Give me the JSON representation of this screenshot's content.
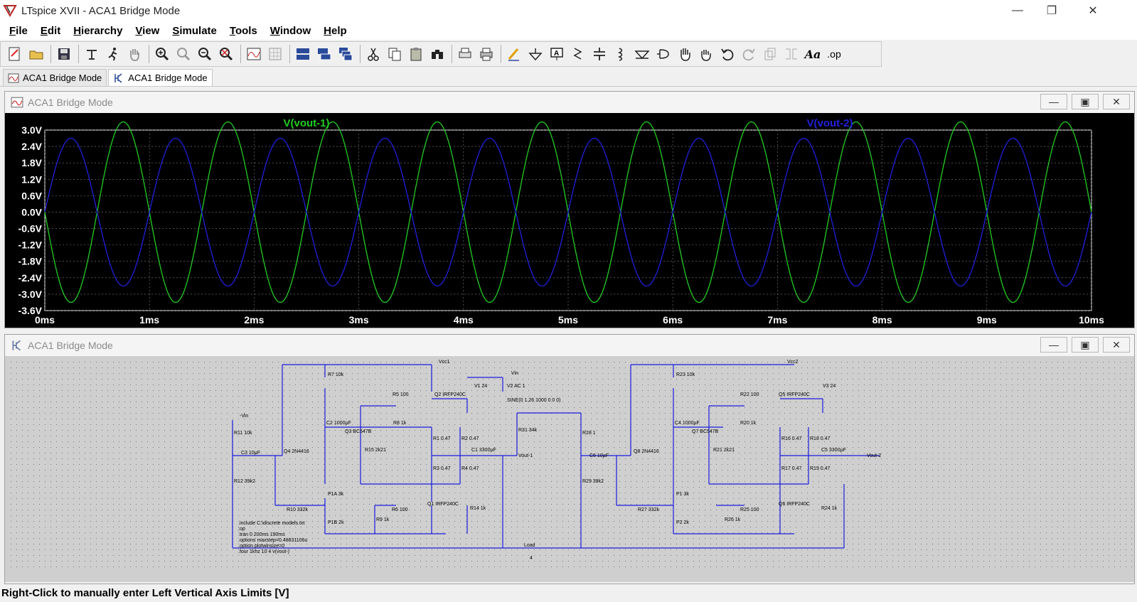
{
  "window": {
    "title": "LTspice XVII - ACA1 Bridge Mode",
    "controls": {
      "minimize": "—",
      "maximize": "❐",
      "close": "✕"
    }
  },
  "menu": [
    "File",
    "Edit",
    "Hierarchy",
    "View",
    "Simulate",
    "Tools",
    "Window",
    "Help"
  ],
  "toolbar": {
    "icons": [
      "new-schematic-icon",
      "open-icon",
      "save-icon",
      "control-panel-icon",
      "run-icon",
      "halt-icon",
      "zoom-in-icon",
      "zoom-pan-icon",
      "zoom-out-icon",
      "zoom-fit-icon",
      "autorange-icon",
      "waveform-grid-icon",
      "tile-horizontal-icon",
      "tile-vertical-icon",
      "cascade-icon",
      "cut-icon",
      "copy-icon",
      "paste-icon",
      "find-icon",
      "print-preview-icon",
      "print-icon",
      "draw-wire-icon",
      "ground-icon",
      "label-net-icon",
      "resistor-icon",
      "capacitor-icon",
      "inductor-icon",
      "diode-icon",
      "component-icon",
      "move-icon",
      "drag-icon",
      "undo-icon",
      "redo-icon",
      "rotate-icon",
      "mirror-icon",
      "text-icon",
      "spice-directive-icon"
    ],
    "text_label": "Aa",
    "spice_label": ".op"
  },
  "tabs": [
    {
      "label": "ACA1 Bridge Mode",
      "icon": "waveform-icon",
      "active": false
    },
    {
      "label": "ACA1 Bridge Mode",
      "icon": "schematic-icon",
      "active": true
    }
  ],
  "waveform_window": {
    "title": "ACA1 Bridge Mode",
    "btn_min": "—",
    "btn_max": "▣",
    "btn_close": "✕"
  },
  "schematic_window": {
    "title": "ACA1 Bridge Mode",
    "btn_min": "—",
    "btn_max": "▣",
    "btn_close": "✕"
  },
  "chart_data": {
    "type": "line",
    "background": "#000000",
    "grid": true,
    "x": {
      "min": 0,
      "max": 10,
      "unit": "ms",
      "ticks": [
        "0ms",
        "1ms",
        "2ms",
        "3ms",
        "4ms",
        "5ms",
        "6ms",
        "7ms",
        "8ms",
        "9ms",
        "10ms"
      ]
    },
    "y": {
      "min": -3.6,
      "max": 3.0,
      "ticks": [
        "3.0V",
        "2.4V",
        "1.8V",
        "1.2V",
        "0.6V",
        "0.0V",
        "-0.6V",
        "-1.2V",
        "-1.8V",
        "-2.4V",
        "-3.0V",
        "-3.6V"
      ]
    },
    "series": [
      {
        "name": "V(vout-1)",
        "color": "#22cc22",
        "amplitude": 3.3,
        "frequency_khz": 1,
        "phase_deg": 180
      },
      {
        "name": "V(vout-2)",
        "color": "#2020dd",
        "amplitude": 2.7,
        "frequency_khz": 1,
        "phase_deg": 0
      }
    ]
  },
  "schematic": {
    "labels": [
      "Vcc1",
      "Vcc2",
      "-Vin",
      "Vin",
      "Vout-1",
      "Vout-2",
      "Load",
      "4"
    ],
    "components": [
      "R7 10k",
      "R5 100",
      "Q2 IRFP240C",
      "V1 24",
      "V2 AC 1",
      "SINE(0 1.26 1000 0 0 0)",
      "C2 1000µF",
      "Q3 BC547B",
      "R8 1k",
      "R31 34k",
      "R28 1",
      "R11 10k",
      "C3 10µF",
      "Q4 2N4416",
      "R15 2k21",
      "R1 0.47",
      "R2 0.47",
      "C1 3300µF",
      "R3 0.47",
      "R4 0.47",
      "R12 39k2",
      "P1A 3k",
      "R10 332k",
      "R9 1k",
      "R6 100",
      "Q1 IRFP240C",
      "R14 1k",
      "P1B 2k",
      "R29 39k2",
      "C6 10µF",
      "Q8 2N4416",
      "R23 10k",
      "C4 1000µF",
      "Q7 BC547B",
      "R22 100",
      "R20 1k",
      "Q5 IRFP240C",
      "V3 24",
      "R21 2k21",
      "R16 0.47",
      "R18 0.47",
      "C5 3300µF",
      "R17 0.47",
      "R19 0.47",
      "P1 3k",
      "R27 332k",
      "R25 100",
      "Q6 IRFP240C",
      "R24 1k",
      "R26 1k",
      "P2 2k"
    ],
    "directives": [
      ".include C:\\discrete models.txt",
      ";op",
      ".tran 0 200ms 190ms",
      ".options maxstep=0.48831106u",
      ".option plotwinsize=0",
      ".four 1khz 10 4 v(vout-)"
    ]
  },
  "status": "Right-Click to manually enter Left Vertical Axis Limits [V]"
}
